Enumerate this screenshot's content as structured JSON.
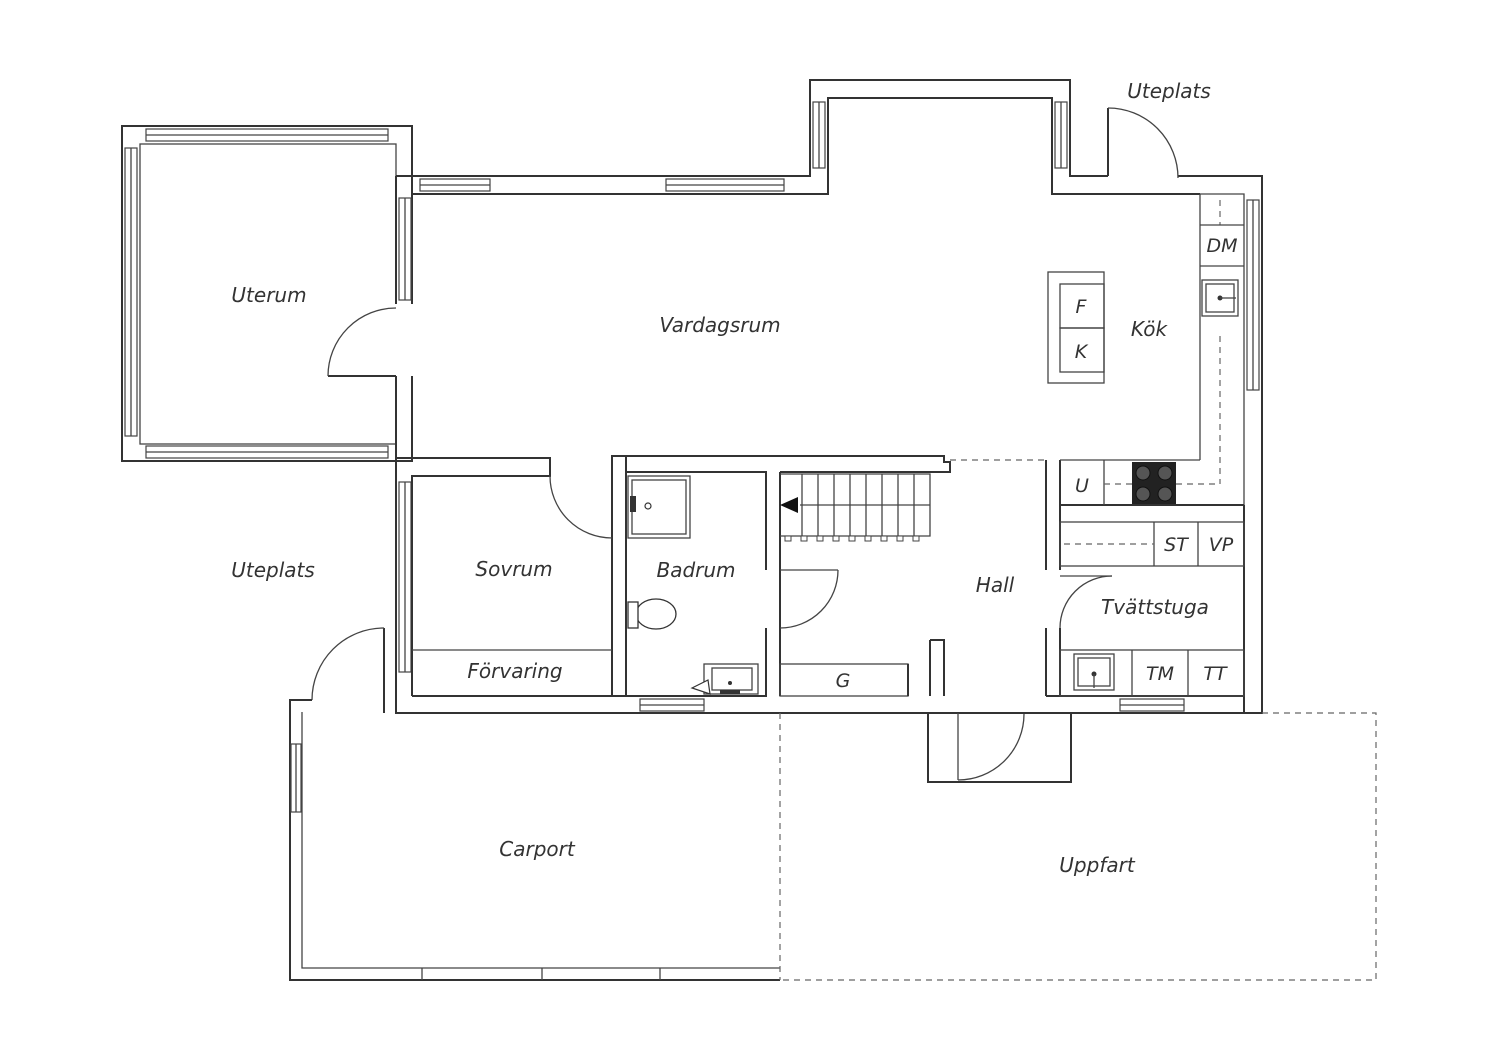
{
  "rooms": {
    "uterum": "Uterum",
    "vardagsrum": "Vardagsrum",
    "kok": "Kök",
    "uteplats_top": "Uteplats",
    "uteplats_left": "Uteplats",
    "sovrum": "Sovrum",
    "forvaring": "Förvaring",
    "badrum": "Badrum",
    "hall": "Hall",
    "tvattstuga": "Tvättstuga",
    "carport": "Carport",
    "uppfart": "Uppfart"
  },
  "fixtures": {
    "fridge": "F",
    "freezer": "K",
    "dishwasher": "DM",
    "oven": "U",
    "cabinet_st": "ST",
    "cabinet_vp": "VP",
    "washer": "TM",
    "dryer": "TT",
    "wardrobe": "G"
  }
}
